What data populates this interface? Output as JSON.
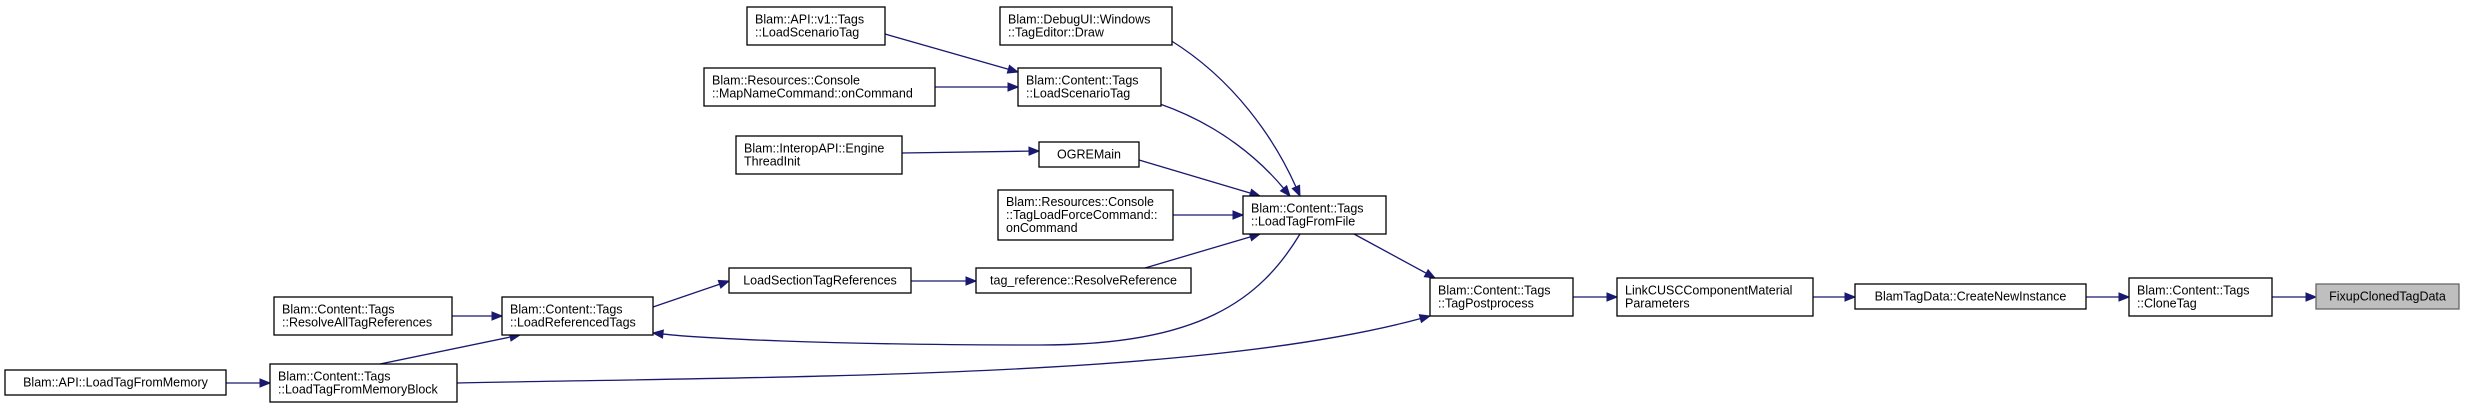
{
  "diagram": {
    "nodes": [
      {
        "id": "fixup",
        "lines": [
          "FixupClonedTagData"
        ],
        "highlight": true
      },
      {
        "id": "clonetag",
        "lines": [
          "Blam::Content::Tags",
          "::CloneTag"
        ]
      },
      {
        "id": "createnew",
        "lines": [
          "BlamTagData::CreateNewInstance"
        ]
      },
      {
        "id": "linkcusc",
        "lines": [
          "LinkCUSCComponentMaterial",
          "Parameters"
        ]
      },
      {
        "id": "tagpost",
        "lines": [
          "Blam::Content::Tags",
          "::TagPostprocess"
        ]
      },
      {
        "id": "loadfromfile",
        "lines": [
          "Blam::Content::Tags",
          "::LoadTagFromFile"
        ]
      },
      {
        "id": "loadfrommemblock",
        "lines": [
          "Blam::Content::Tags",
          "::LoadTagFromMemoryBlock"
        ]
      },
      {
        "id": "apiloadfrommem",
        "lines": [
          "Blam::API::LoadTagFromMemory"
        ]
      },
      {
        "id": "debugui",
        "lines": [
          "Blam::DebugUI::Windows",
          "::TagEditor::Draw"
        ]
      },
      {
        "id": "contentloadscenario",
        "lines": [
          "Blam::Content::Tags",
          "::LoadScenarioTag"
        ]
      },
      {
        "id": "ogremain",
        "lines": [
          "OGREMain"
        ]
      },
      {
        "id": "tagloadforce",
        "lines": [
          "Blam::Resources::Console",
          "::TagLoadForceCommand::",
          "onCommand"
        ]
      },
      {
        "id": "resolveref",
        "lines": [
          "tag_reference::ResolveReference"
        ]
      },
      {
        "id": "loadreferenced",
        "lines": [
          "Blam::Content::Tags",
          "::LoadReferencedTags"
        ]
      },
      {
        "id": "apiv1loadscenario",
        "lines": [
          "Blam::API::v1::Tags",
          "::LoadScenarioTag"
        ]
      },
      {
        "id": "mapname",
        "lines": [
          "Blam::Resources::Console",
          "::MapNameCommand::onCommand"
        ]
      },
      {
        "id": "interop",
        "lines": [
          "Blam::InteropAPI::Engine",
          "ThreadInit"
        ]
      },
      {
        "id": "loadsection",
        "lines": [
          "LoadSectionTagReferences"
        ]
      },
      {
        "id": "resolveall",
        "lines": [
          "Blam::Content::Tags",
          "::ResolveAllTagReferences"
        ]
      }
    ],
    "edges": [
      {
        "from": "clonetag",
        "to": "fixup"
      },
      {
        "from": "createnew",
        "to": "clonetag"
      },
      {
        "from": "linkcusc",
        "to": "createnew"
      },
      {
        "from": "tagpost",
        "to": "linkcusc"
      },
      {
        "from": "loadfromfile",
        "to": "tagpost"
      },
      {
        "from": "loadfrommemblock",
        "to": "tagpost"
      },
      {
        "from": "apiloadfrommem",
        "to": "loadfrommemblock"
      },
      {
        "from": "debugui",
        "to": "loadfromfile"
      },
      {
        "from": "contentloadscenario",
        "to": "loadfromfile"
      },
      {
        "from": "ogremain",
        "to": "loadfromfile"
      },
      {
        "from": "tagloadforce",
        "to": "loadfromfile"
      },
      {
        "from": "resolveref",
        "to": "loadfromfile"
      },
      {
        "from": "loadfromfile",
        "to": "loadreferenced"
      },
      {
        "from": "apiv1loadscenario",
        "to": "contentloadscenario"
      },
      {
        "from": "mapname",
        "to": "contentloadscenario"
      },
      {
        "from": "interop",
        "to": "ogremain"
      },
      {
        "from": "loadsection",
        "to": "resolveref"
      },
      {
        "from": "loadreferenced",
        "to": "loadsection"
      },
      {
        "from": "resolveall",
        "to": "loadreferenced"
      },
      {
        "from": "loadfrommemblock",
        "to": "loadreferenced"
      }
    ]
  }
}
